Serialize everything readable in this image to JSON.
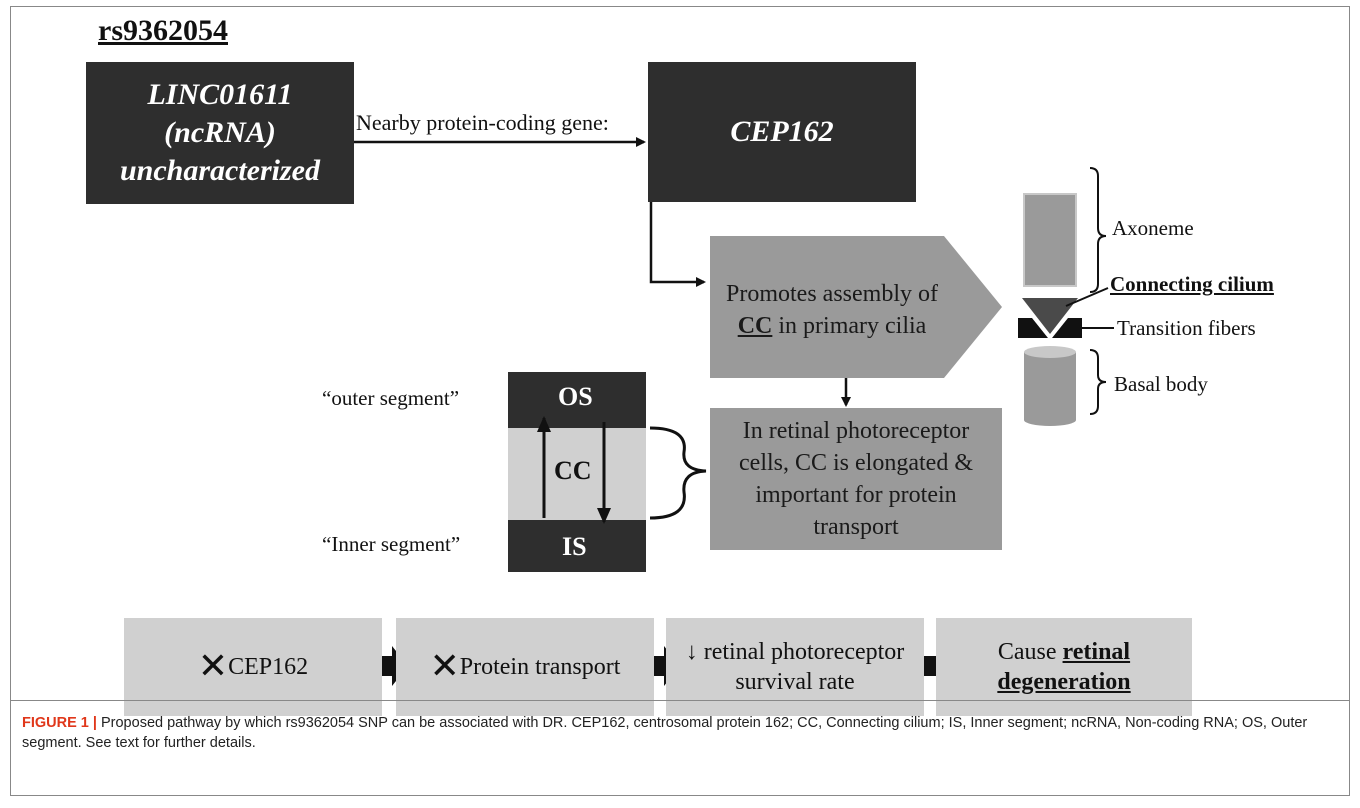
{
  "title": "rs9362054",
  "gene_box": {
    "line1": "LINC01611",
    "line2": "(ncRNA)",
    "line3": "uncharacterized"
  },
  "arrow_label": "Nearby protein-coding gene:",
  "cep_box": "CEP162",
  "promotes_box": {
    "line1": "Promotes assembly of",
    "line2_cc": "CC",
    "line2_rest": " in primary cilia"
  },
  "retinal_box": {
    "text": "In retinal photoreceptor cells, CC is elongated & important for protein transport"
  },
  "segment": {
    "outer_label": "“outer segment”",
    "inner_label": "“Inner segment”",
    "os": "OS",
    "cc": "CC",
    "is": "IS"
  },
  "cilium_labels": {
    "axoneme": "Axoneme",
    "connecting_cilium": "Connecting cilium",
    "transition_fibers": "Transition fibers",
    "basal_body": "Basal body"
  },
  "flow": {
    "step1_x": "✕",
    "step1": "CEP162",
    "step2_x": "✕",
    "step2": "Protein transport",
    "step3": "↓ retinal photoreceptor survival rate",
    "step4_prefix": "Cause ",
    "step4_bold": "retinal degeneration"
  },
  "caption": {
    "label": "FIGURE 1 |",
    "text": " Proposed pathway by which rs9362054 SNP can be associated with DR. CEP162, centrosomal protein 162; CC, Connecting cilium; IS, Inner segment; ncRNA, Non-coding RNA; OS, Outer segment. See text for further details."
  },
  "colors": {
    "dark": "#2e2e2e",
    "mid": "#9a9a9a",
    "light": "#d0d0d0",
    "caption_accent": "#e0371a"
  }
}
